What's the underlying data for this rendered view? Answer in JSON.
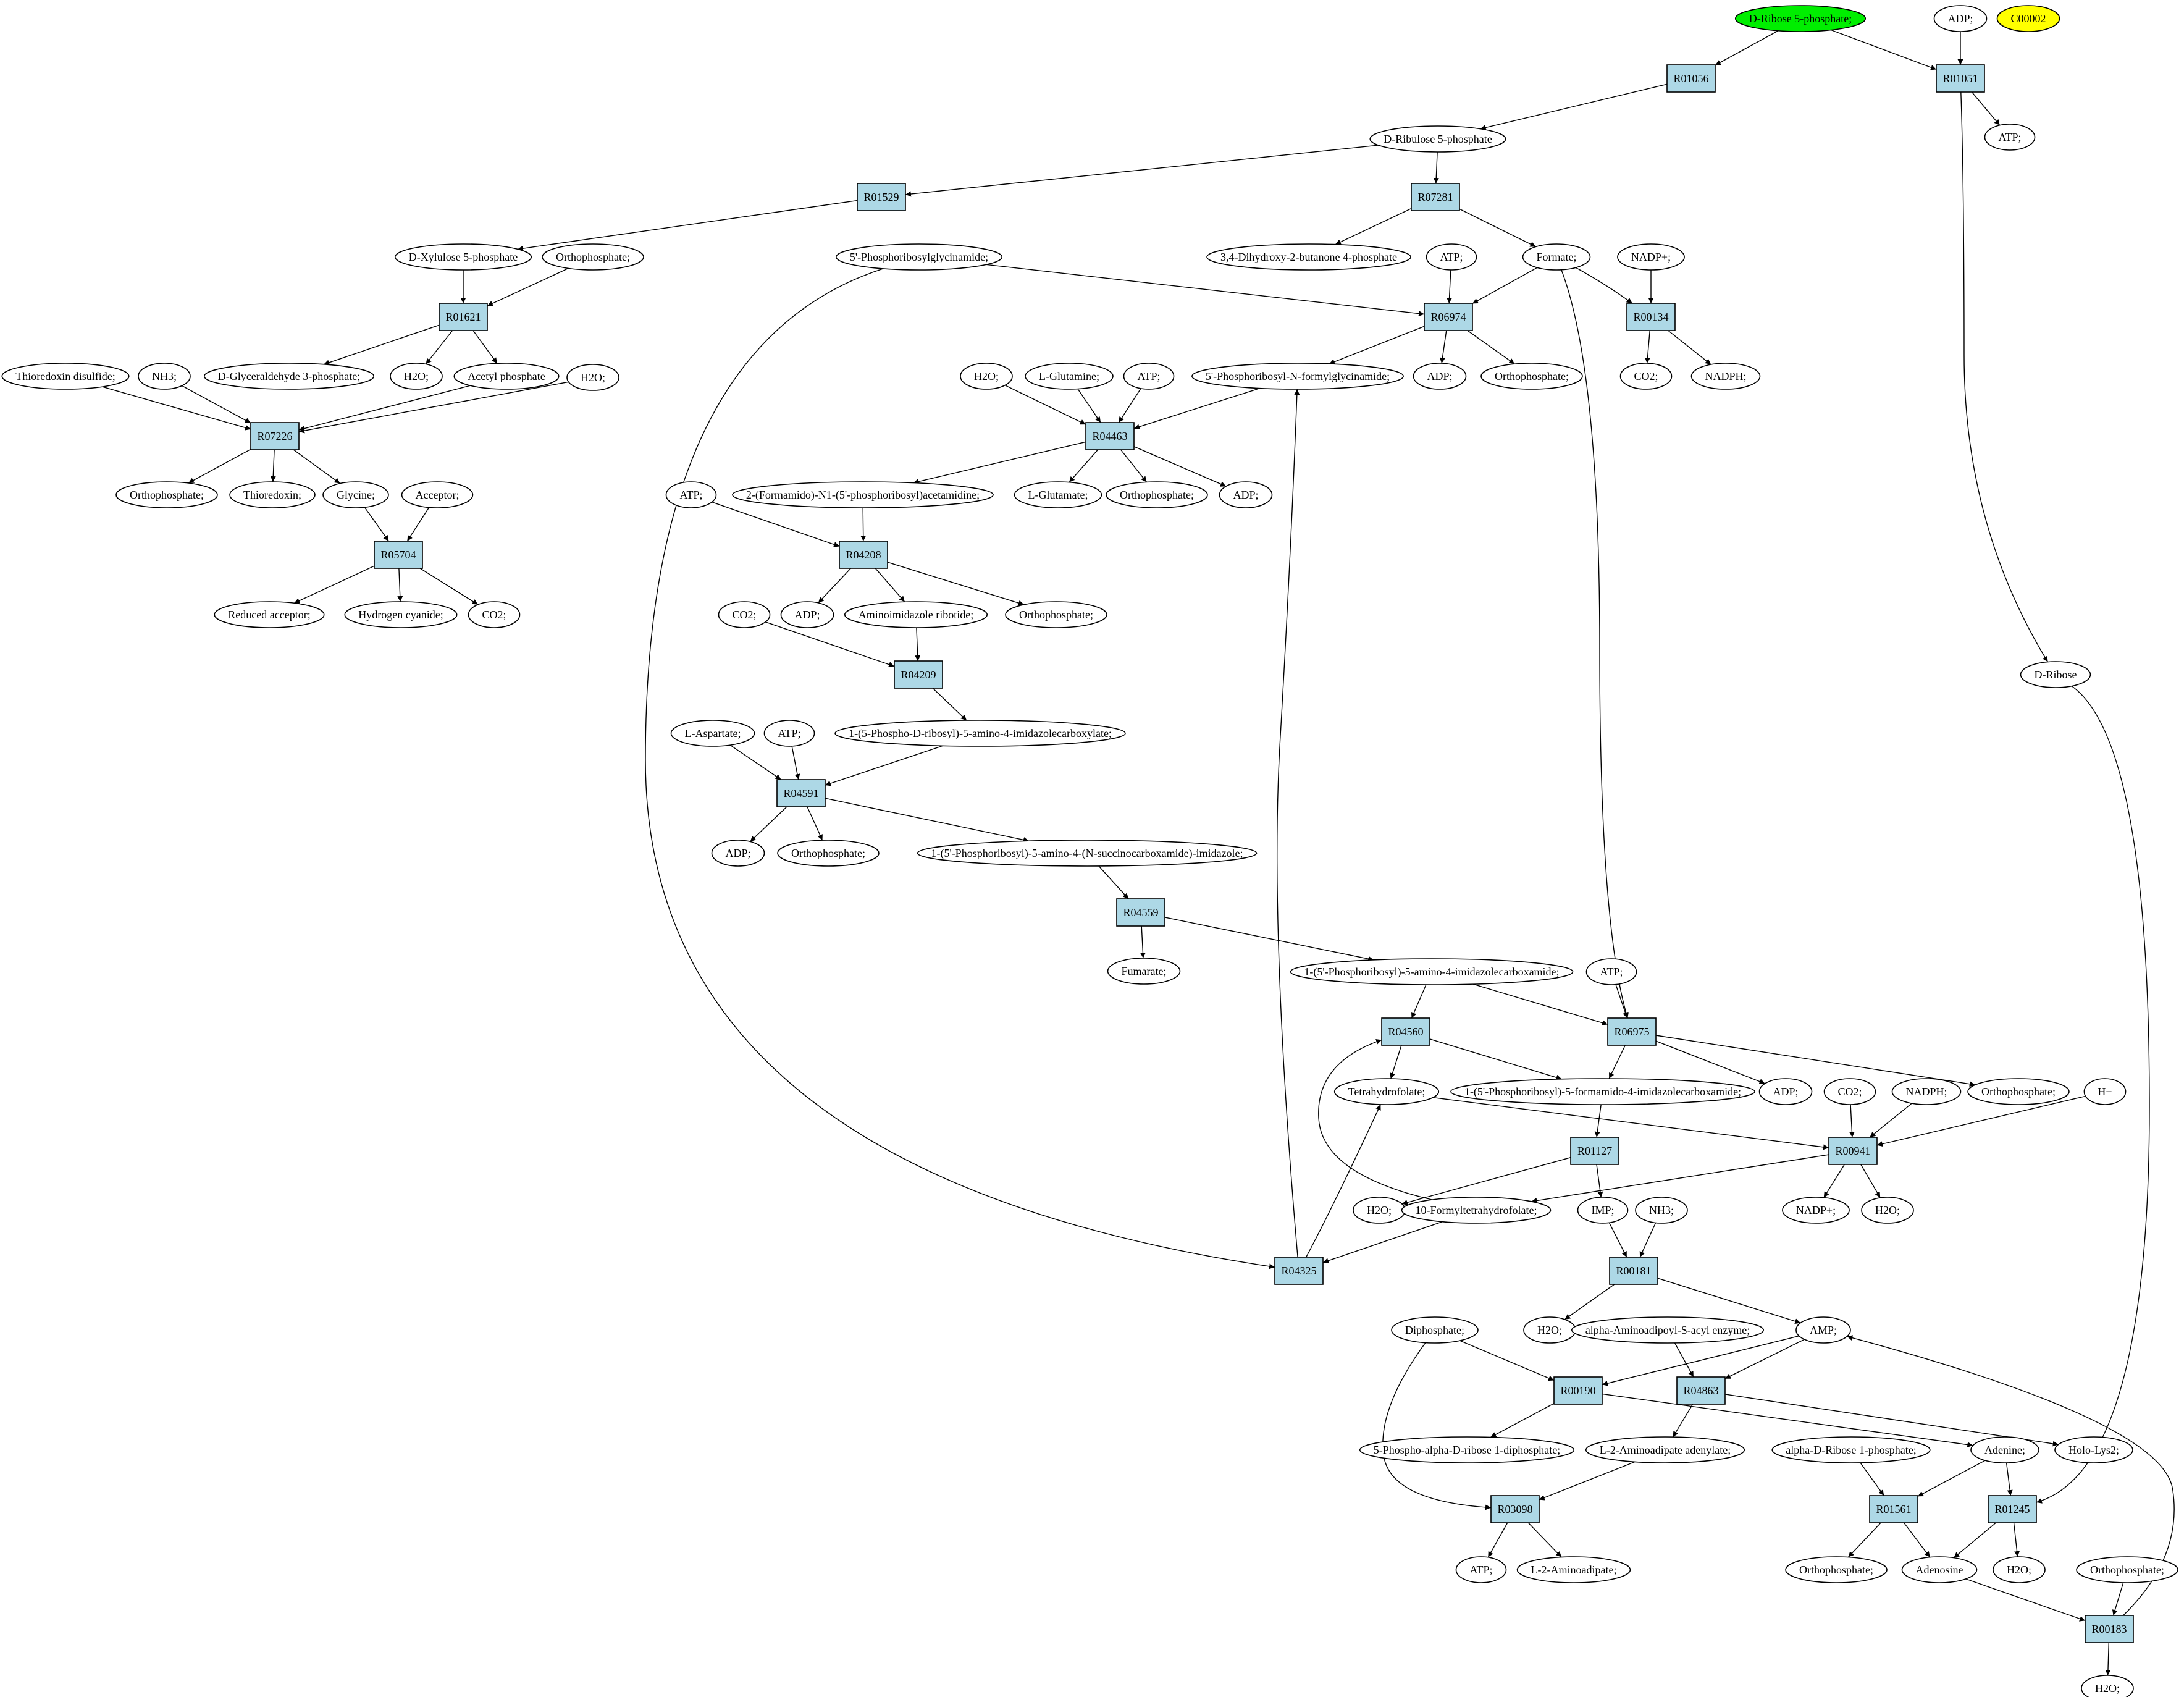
{
  "colors": {
    "reaction_fill": "#add8e6",
    "compound_fill": "#ffffff",
    "source_fill": "#00ee00",
    "highlight_fill": "#ffff00",
    "stroke": "#000000",
    "background": "#ffffff"
  },
  "nodes": [
    {
      "id": "c_ribose5p",
      "kind": "compound",
      "label": "D-Ribose 5-phosphate;",
      "fill": "#00ee00"
    },
    {
      "id": "c_adp_top",
      "kind": "compound",
      "label": "ADP;"
    },
    {
      "id": "c_c00002",
      "kind": "compound",
      "label": "C00002",
      "fill": "#ffff00"
    },
    {
      "id": "r_R01056",
      "kind": "reaction",
      "label": "R01056"
    },
    {
      "id": "r_R01051",
      "kind": "reaction",
      "label": "R01051"
    },
    {
      "id": "c_atp_r01051",
      "kind": "compound",
      "label": "ATP;"
    },
    {
      "id": "c_ribulose5p",
      "kind": "compound",
      "label": "D-Ribulose 5-phosphate"
    },
    {
      "id": "r_R01529",
      "kind": "reaction",
      "label": "R01529"
    },
    {
      "id": "r_R07281",
      "kind": "reaction",
      "label": "R07281"
    },
    {
      "id": "c_dhbp",
      "kind": "compound",
      "label": "3,4-Dihydroxy-2-butanone 4-phosphate"
    },
    {
      "id": "c_formate",
      "kind": "compound",
      "label": "Formate;"
    },
    {
      "id": "c_xylulose5p",
      "kind": "compound",
      "label": "D-Xylulose 5-phosphate"
    },
    {
      "id": "c_ortho_r01621",
      "kind": "compound",
      "label": "Orthophosphate;"
    },
    {
      "id": "r_R01621",
      "kind": "reaction",
      "label": "R01621"
    },
    {
      "id": "c_g3p",
      "kind": "compound",
      "label": "D-Glyceraldehyde 3-phosphate;"
    },
    {
      "id": "c_h2o_r01621",
      "kind": "compound",
      "label": "H2O;"
    },
    {
      "id": "c_acetylp",
      "kind": "compound",
      "label": "Acetyl phosphate"
    },
    {
      "id": "c_h2o_r07226",
      "kind": "compound",
      "label": "H2O;"
    },
    {
      "id": "c_trxss",
      "kind": "compound",
      "label": "Thioredoxin disulfide;"
    },
    {
      "id": "c_nh3_r07226",
      "kind": "compound",
      "label": "NH3;"
    },
    {
      "id": "r_R07226",
      "kind": "reaction",
      "label": "R07226"
    },
    {
      "id": "c_ortho_r07226",
      "kind": "compound",
      "label": "Orthophosphate;"
    },
    {
      "id": "c_trx",
      "kind": "compound",
      "label": "Thioredoxin;"
    },
    {
      "id": "c_glycine",
      "kind": "compound",
      "label": "Glycine;"
    },
    {
      "id": "c_acceptor",
      "kind": "compound",
      "label": "Acceptor;"
    },
    {
      "id": "r_R05704",
      "kind": "reaction",
      "label": "R05704"
    },
    {
      "id": "c_redacc",
      "kind": "compound",
      "label": "Reduced acceptor;"
    },
    {
      "id": "c_hcn",
      "kind": "compound",
      "label": "Hydrogen cyanide;"
    },
    {
      "id": "c_co2_r05704",
      "kind": "compound",
      "label": "CO2;"
    },
    {
      "id": "c_gar",
      "kind": "compound",
      "label": "5'-Phosphoribosylglycinamide;"
    },
    {
      "id": "c_atp_r06974",
      "kind": "compound",
      "label": "ATP;"
    },
    {
      "id": "r_R06974",
      "kind": "reaction",
      "label": "R06974"
    },
    {
      "id": "c_adp_r06974",
      "kind": "compound",
      "label": "ADP;"
    },
    {
      "id": "c_ortho_r06974",
      "kind": "compound",
      "label": "Orthophosphate;"
    },
    {
      "id": "c_fgar",
      "kind": "compound",
      "label": "5'-Phosphoribosyl-N-formylglycinamide;"
    },
    {
      "id": "c_nadp",
      "kind": "compound",
      "label": "NADP+;"
    },
    {
      "id": "r_R00134",
      "kind": "reaction",
      "label": "R00134"
    },
    {
      "id": "c_co2_r00134",
      "kind": "compound",
      "label": "CO2;"
    },
    {
      "id": "c_nadph_r00134",
      "kind": "compound",
      "label": "NADPH;"
    },
    {
      "id": "c_h2o_r04463",
      "kind": "compound",
      "label": "H2O;"
    },
    {
      "id": "c_gln",
      "kind": "compound",
      "label": "L-Glutamine;"
    },
    {
      "id": "c_atp_r04463",
      "kind": "compound",
      "label": "ATP;"
    },
    {
      "id": "r_R04463",
      "kind": "reaction",
      "label": "R04463"
    },
    {
      "id": "c_fgam",
      "kind": "compound",
      "label": "2-(Formamido)-N1-(5'-phosphoribosyl)acetamidine;"
    },
    {
      "id": "c_glu",
      "kind": "compound",
      "label": "L-Glutamate;"
    },
    {
      "id": "c_ortho_r04463",
      "kind": "compound",
      "label": "Orthophosphate;"
    },
    {
      "id": "c_adp_r04463",
      "kind": "compound",
      "label": "ADP;"
    },
    {
      "id": "c_atp_r04208",
      "kind": "compound",
      "label": "ATP;"
    },
    {
      "id": "r_R04208",
      "kind": "reaction",
      "label": "R04208"
    },
    {
      "id": "c_adp_r04208",
      "kind": "compound",
      "label": "ADP;"
    },
    {
      "id": "c_air",
      "kind": "compound",
      "label": "Aminoimidazole ribotide;"
    },
    {
      "id": "c_ortho_r04208",
      "kind": "compound",
      "label": "Orthophosphate;"
    },
    {
      "id": "c_co2_r04209",
      "kind": "compound",
      "label": "CO2;"
    },
    {
      "id": "r_R04209",
      "kind": "reaction",
      "label": "R04209"
    },
    {
      "id": "c_cair",
      "kind": "compound",
      "label": "1-(5-Phospho-D-ribosyl)-5-amino-4-imidazolecarboxylate;"
    },
    {
      "id": "c_asp",
      "kind": "compound",
      "label": "L-Aspartate;"
    },
    {
      "id": "c_atp_r04591",
      "kind": "compound",
      "label": "ATP;"
    },
    {
      "id": "r_R04591",
      "kind": "reaction",
      "label": "R04591"
    },
    {
      "id": "c_adp_r04591",
      "kind": "compound",
      "label": "ADP;"
    },
    {
      "id": "c_ortho_r04591",
      "kind": "compound",
      "label": "Orthophosphate;"
    },
    {
      "id": "c_saicar",
      "kind": "compound",
      "label": "1-(5'-Phosphoribosyl)-5-amino-4-(N-succinocarboxamide)-imidazole;"
    },
    {
      "id": "r_R04559",
      "kind": "reaction",
      "label": "R04559"
    },
    {
      "id": "c_fumarate",
      "kind": "compound",
      "label": "Fumarate;"
    },
    {
      "id": "c_aicar",
      "kind": "compound",
      "label": "1-(5'-Phosphoribosyl)-5-amino-4-imidazolecarboxamide;"
    },
    {
      "id": "c_atp_r06975",
      "kind": "compound",
      "label": "ATP;"
    },
    {
      "id": "r_R04560",
      "kind": "reaction",
      "label": "R04560"
    },
    {
      "id": "r_R06975",
      "kind": "reaction",
      "label": "R06975"
    },
    {
      "id": "c_thf",
      "kind": "compound",
      "label": "Tetrahydrofolate;"
    },
    {
      "id": "c_faicar",
      "kind": "compound",
      "label": "1-(5'-Phosphoribosyl)-5-formamido-4-imidazolecarboxamide;"
    },
    {
      "id": "c_adp_r06975",
      "kind": "compound",
      "label": "ADP;"
    },
    {
      "id": "c_ortho_r06975",
      "kind": "compound",
      "label": "Orthophosphate;"
    },
    {
      "id": "c_co2_r00941",
      "kind": "compound",
      "label": "CO2;"
    },
    {
      "id": "c_nadph_r00941",
      "kind": "compound",
      "label": "NADPH;"
    },
    {
      "id": "c_hplus",
      "kind": "compound",
      "label": "H+"
    },
    {
      "id": "r_R01127",
      "kind": "reaction",
      "label": "R01127"
    },
    {
      "id": "r_R00941",
      "kind": "reaction",
      "label": "R00941"
    },
    {
      "id": "c_h2o_r01127",
      "kind": "compound",
      "label": "H2O;"
    },
    {
      "id": "c_10fthf",
      "kind": "compound",
      "label": "10-Formyltetrahydrofolate;"
    },
    {
      "id": "c_imp",
      "kind": "compound",
      "label": "IMP;"
    },
    {
      "id": "c_nh3_r00181",
      "kind": "compound",
      "label": "NH3;"
    },
    {
      "id": "c_nadp_r00941",
      "kind": "compound",
      "label": "NADP+;"
    },
    {
      "id": "c_h2o_r00941",
      "kind": "compound",
      "label": "H2O;"
    },
    {
      "id": "r_R04325",
      "kind": "reaction",
      "label": "R04325"
    },
    {
      "id": "r_R00181",
      "kind": "reaction",
      "label": "R00181"
    },
    {
      "id": "c_h2o_r00181",
      "kind": "compound",
      "label": "H2O;"
    },
    {
      "id": "c_aminoadipoyl",
      "kind": "compound",
      "label": "alpha-Aminoadipoyl-S-acyl enzyme;"
    },
    {
      "id": "c_amp",
      "kind": "compound",
      "label": "AMP;"
    },
    {
      "id": "c_diphosphate",
      "kind": "compound",
      "label": "Diphosphate;"
    },
    {
      "id": "r_R00190",
      "kind": "reaction",
      "label": "R00190"
    },
    {
      "id": "r_R04863",
      "kind": "reaction",
      "label": "R04863"
    },
    {
      "id": "c_prpp",
      "kind": "compound",
      "label": "5-Phospho-alpha-D-ribose 1-diphosphate;"
    },
    {
      "id": "c_aadenylate",
      "kind": "compound",
      "label": "L-2-Aminoadipate adenylate;"
    },
    {
      "id": "c_r1p",
      "kind": "compound",
      "label": "alpha-D-Ribose 1-phosphate;"
    },
    {
      "id": "c_adenine",
      "kind": "compound",
      "label": "Adenine;"
    },
    {
      "id": "c_holo",
      "kind": "compound",
      "label": "Holo-Lys2;"
    },
    {
      "id": "r_R03098",
      "kind": "reaction",
      "label": "R03098"
    },
    {
      "id": "r_R01561",
      "kind": "reaction",
      "label": "R01561"
    },
    {
      "id": "r_R01245",
      "kind": "reaction",
      "label": "R01245"
    },
    {
      "id": "c_atp_r03098",
      "kind": "compound",
      "label": "ATP;"
    },
    {
      "id": "c_aadipate",
      "kind": "compound",
      "label": "L-2-Aminoadipate;"
    },
    {
      "id": "c_ortho_r01561",
      "kind": "compound",
      "label": "Orthophosphate;"
    },
    {
      "id": "c_adenosine",
      "kind": "compound",
      "label": "Adenosine"
    },
    {
      "id": "c_h2o_r01245",
      "kind": "compound",
      "label": "H2O;"
    },
    {
      "id": "c_ortho_r00183",
      "kind": "compound",
      "label": "Orthophosphate;"
    },
    {
      "id": "r_R00183",
      "kind": "reaction",
      "label": "R00183"
    },
    {
      "id": "c_h2o_r00183",
      "kind": "compound",
      "label": "H2O;"
    },
    {
      "id": "c_dribose",
      "kind": "compound",
      "label": "D-Ribose"
    }
  ],
  "edges": [
    [
      "c_ribose5p",
      "r_R01056"
    ],
    [
      "c_ribose5p",
      "r_R01051"
    ],
    [
      "c_adp_top",
      "r_R01051"
    ],
    [
      "r_R01051",
      "c_atp_r01051"
    ],
    [
      "r_R01051",
      "c_dribose"
    ],
    [
      "r_R01056",
      "c_ribulose5p"
    ],
    [
      "c_ribulose5p",
      "r_R01529"
    ],
    [
      "c_ribulose5p",
      "r_R07281"
    ],
    [
      "r_R07281",
      "c_dhbp"
    ],
    [
      "r_R07281",
      "c_formate"
    ],
    [
      "r_R01529",
      "c_xylulose5p"
    ],
    [
      "c_xylulose5p",
      "r_R01621"
    ],
    [
      "c_ortho_r01621",
      "r_R01621"
    ],
    [
      "r_R01621",
      "c_g3p"
    ],
    [
      "r_R01621",
      "c_h2o_r01621"
    ],
    [
      "r_R01621",
      "c_acetylp"
    ],
    [
      "c_trxss",
      "r_R07226"
    ],
    [
      "c_nh3_r07226",
      "r_R07226"
    ],
    [
      "c_acetylp",
      "r_R07226"
    ],
    [
      "c_h2o_r07226",
      "r_R07226"
    ],
    [
      "r_R07226",
      "c_ortho_r07226"
    ],
    [
      "r_R07226",
      "c_trx"
    ],
    [
      "r_R07226",
      "c_glycine"
    ],
    [
      "c_glycine",
      "r_R05704"
    ],
    [
      "c_acceptor",
      "r_R05704"
    ],
    [
      "r_R05704",
      "c_redacc"
    ],
    [
      "r_R05704",
      "c_hcn"
    ],
    [
      "r_R05704",
      "c_co2_r05704"
    ],
    [
      "c_gar",
      "r_R06974"
    ],
    [
      "c_atp_r06974",
      "r_R06974"
    ],
    [
      "c_formate",
      "r_R06974"
    ],
    [
      "r_R06974",
      "c_adp_r06974"
    ],
    [
      "r_R06974",
      "c_ortho_r06974"
    ],
    [
      "r_R06974",
      "c_fgar"
    ],
    [
      "c_formate",
      "r_R00134"
    ],
    [
      "c_nadp",
      "r_R00134"
    ],
    [
      "r_R00134",
      "c_co2_r00134"
    ],
    [
      "r_R00134",
      "c_nadph_r00134"
    ],
    [
      "c_formate",
      "r_R06975"
    ],
    [
      "c_h2o_r04463",
      "r_R04463"
    ],
    [
      "c_gln",
      "r_R04463"
    ],
    [
      "c_atp_r04463",
      "r_R04463"
    ],
    [
      "c_fgar",
      "r_R04463"
    ],
    [
      "r_R04463",
      "c_fgam"
    ],
    [
      "r_R04463",
      "c_glu"
    ],
    [
      "r_R04463",
      "c_ortho_r04463"
    ],
    [
      "r_R04463",
      "c_adp_r04463"
    ],
    [
      "c_atp_r04208",
      "r_R04208"
    ],
    [
      "c_fgam",
      "r_R04208"
    ],
    [
      "r_R04208",
      "c_adp_r04208"
    ],
    [
      "r_R04208",
      "c_air"
    ],
    [
      "r_R04208",
      "c_ortho_r04208"
    ],
    [
      "c_co2_r04209",
      "r_R04209"
    ],
    [
      "c_air",
      "r_R04209"
    ],
    [
      "r_R04209",
      "c_cair"
    ],
    [
      "c_asp",
      "r_R04591"
    ],
    [
      "c_atp_r04591",
      "r_R04591"
    ],
    [
      "c_cair",
      "r_R04591"
    ],
    [
      "r_R04591",
      "c_adp_r04591"
    ],
    [
      "r_R04591",
      "c_ortho_r04591"
    ],
    [
      "r_R04591",
      "c_saicar"
    ],
    [
      "c_saicar",
      "r_R04559"
    ],
    [
      "r_R04559",
      "c_fumarate"
    ],
    [
      "r_R04559",
      "c_aicar"
    ],
    [
      "c_aicar",
      "r_R04560"
    ],
    [
      "c_aicar",
      "r_R06975"
    ],
    [
      "c_atp_r06975",
      "r_R06975"
    ],
    [
      "r_R04560",
      "c_thf"
    ],
    [
      "r_R04560",
      "c_faicar"
    ],
    [
      "r_R06975",
      "c_faicar"
    ],
    [
      "r_R06975",
      "c_adp_r06975"
    ],
    [
      "r_R06975",
      "c_ortho_r06975"
    ],
    [
      "c_faicar",
      "r_R01127"
    ],
    [
      "r_R01127",
      "c_h2o_r01127"
    ],
    [
      "r_R01127",
      "c_imp"
    ],
    [
      "c_thf",
      "r_R00941"
    ],
    [
      "c_co2_r00941",
      "r_R00941"
    ],
    [
      "c_nadph_r00941",
      "r_R00941"
    ],
    [
      "c_hplus",
      "r_R00941"
    ],
    [
      "r_R00941",
      "c_10fthf"
    ],
    [
      "r_R00941",
      "c_nadp_r00941"
    ],
    [
      "r_R00941",
      "c_h2o_r00941"
    ],
    [
      "c_gar",
      "r_R04325"
    ],
    [
      "c_10fthf",
      "r_R04325"
    ],
    [
      "c_10fthf",
      "r_R04560"
    ],
    [
      "r_R04325",
      "c_fgar"
    ],
    [
      "r_R04325",
      "c_thf"
    ],
    [
      "c_imp",
      "r_R00181"
    ],
    [
      "c_nh3_r00181",
      "r_R00181"
    ],
    [
      "r_R00181",
      "c_h2o_r00181"
    ],
    [
      "r_R00181",
      "c_amp"
    ],
    [
      "c_amp",
      "r_R00190"
    ],
    [
      "c_amp",
      "r_R04863"
    ],
    [
      "c_aminoadipoyl",
      "r_R04863"
    ],
    [
      "c_diphosphate",
      "r_R00190"
    ],
    [
      "r_R00190",
      "c_prpp"
    ],
    [
      "r_R00190",
      "c_adenine"
    ],
    [
      "r_R04863",
      "c_aadenylate"
    ],
    [
      "r_R04863",
      "c_holo"
    ],
    [
      "c_aadenylate",
      "r_R03098"
    ],
    [
      "c_diphosphate",
      "r_R03098"
    ],
    [
      "r_R03098",
      "c_atp_r03098"
    ],
    [
      "r_R03098",
      "c_aadipate"
    ],
    [
      "c_r1p",
      "r_R01561"
    ],
    [
      "c_adenine",
      "r_R01561"
    ],
    [
      "c_adenine",
      "r_R01245"
    ],
    [
      "c_dribose",
      "r_R01245"
    ],
    [
      "r_R01561",
      "c_ortho_r01561"
    ],
    [
      "r_R01561",
      "c_adenosine"
    ],
    [
      "r_R01245",
      "c_adenosine"
    ],
    [
      "r_R01245",
      "c_h2o_r01245"
    ],
    [
      "c_adenosine",
      "r_R00183"
    ],
    [
      "c_ortho_r00183",
      "r_R00183"
    ],
    [
      "r_R00183",
      "c_h2o_r00183"
    ],
    [
      "r_R00183",
      "c_amp"
    ]
  ]
}
